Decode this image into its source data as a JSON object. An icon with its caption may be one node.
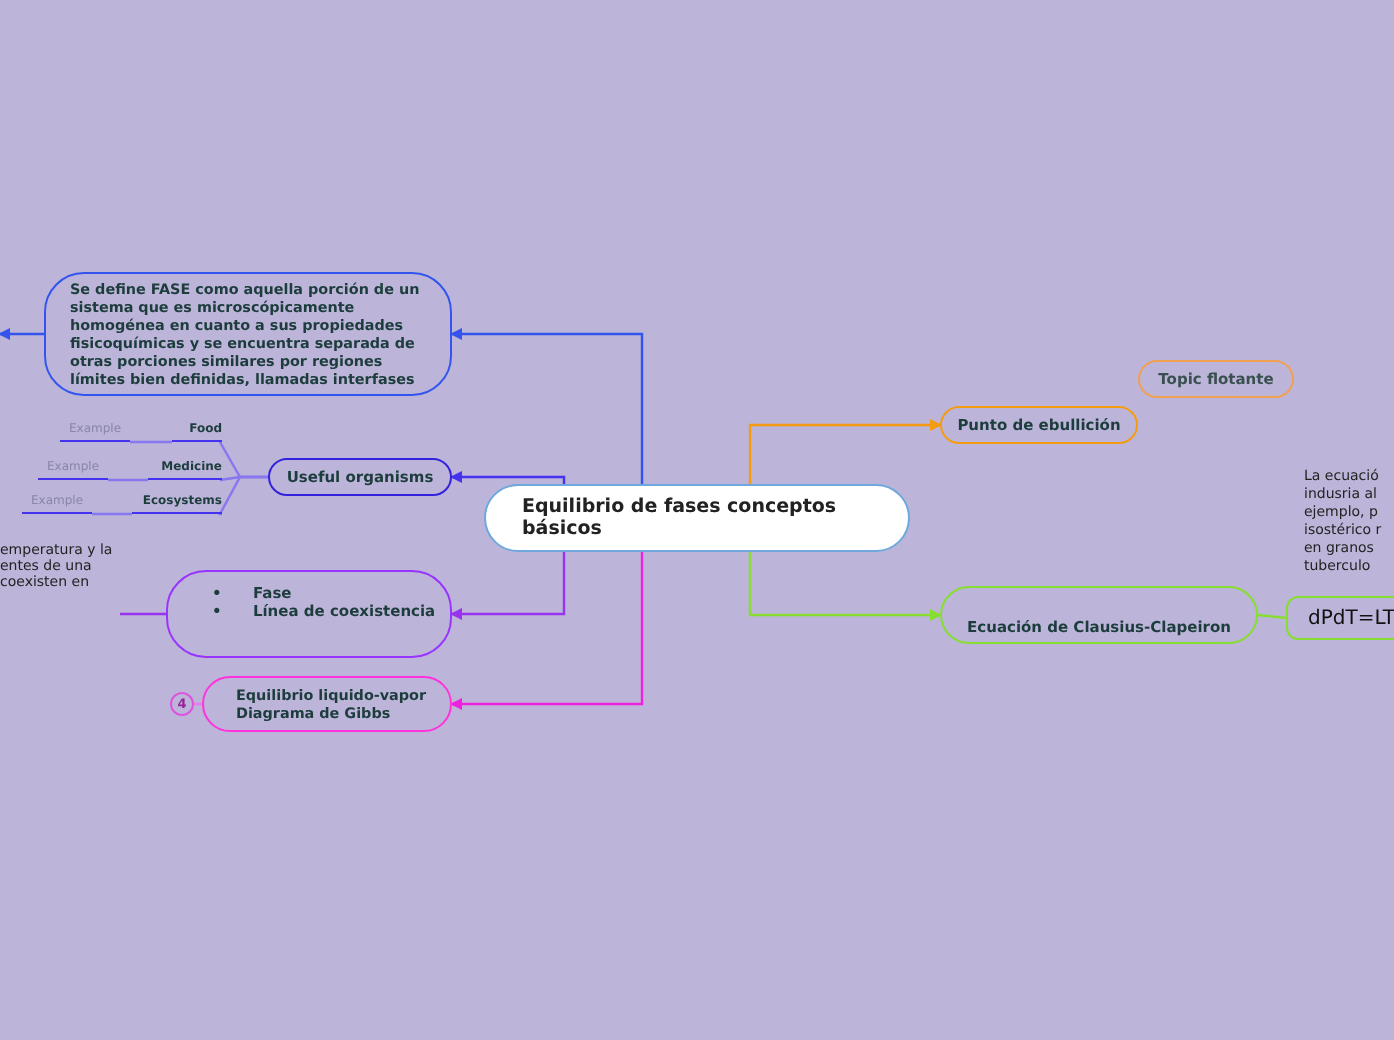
{
  "diagram": {
    "nodes": [
      {
        "text": [
          "Equilibrio de fases conceptos básicos"
        ]
      },
      {
        "text": [
          "Se define FASE como aquella porción de un sistema que es microscópicamente homogénea en cuanto a sus propiedades fisicoquímicas y se encuentra separada de otras porciones similares por regiones límites bien definidas, llamadas interfases"
        ]
      },
      {
        "text": [
          "Useful organisms"
        ]
      },
      {
        "text": [
          "Food"
        ]
      },
      {
        "text": [
          "Example"
        ]
      },
      {
        "text": [
          "Medicine"
        ]
      },
      {
        "text": [
          "Example"
        ]
      },
      {
        "text": [
          "Ecosystems"
        ]
      },
      {
        "text": [
          "Example"
        ]
      },
      {
        "text": [
          "•      Fase",
          "•      Línea de coexistencia"
        ]
      },
      {
        "text": [
          "emperatura y la entes de una coexisten en"
        ]
      },
      {
        "text": [
          "Equilibrio liquido-vapor Diagrama de Gibbs"
        ]
      },
      {
        "text": [
          "4"
        ]
      },
      {
        "text": [
          "Punto de ebullición"
        ]
      },
      {
        "text": [
          "Topic flotante"
        ]
      },
      {
        "text": [
          "Ecuación de Clausius-Clapeiron"
        ]
      },
      {
        "text": [
          "dPdT=LT"
        ]
      }
    ],
    "edges": [
      {
        "from": 0,
        "to": 1,
        "arrow": "to",
        "color": "#3355ee"
      },
      {
        "from": 0,
        "to": 2,
        "arrow": "to",
        "color": "#4433ee"
      },
      {
        "from": 0,
        "to": 9,
        "arrow": "to",
        "color": "#9933ee"
      },
      {
        "from": 0,
        "to": 11,
        "arrow": "to",
        "color": "#ee22dd"
      },
      {
        "from": 0,
        "to": 13,
        "arrow": "to",
        "color": "#f39c12"
      },
      {
        "from": 0,
        "to": 15,
        "arrow": "to",
        "color": "#88dd33"
      },
      {
        "from": 1,
        "to": null,
        "arrow": "to",
        "color": "#3355ee"
      },
      {
        "from": 2,
        "to": 3,
        "arrow": "none",
        "color": "#8877ee"
      },
      {
        "from": 2,
        "to": 5,
        "arrow": "none",
        "color": "#8877ee"
      },
      {
        "from": 2,
        "to": 7,
        "arrow": "none",
        "color": "#8877ee"
      },
      {
        "from": 3,
        "to": 4,
        "arrow": "none",
        "color": "#8877ee"
      },
      {
        "from": 5,
        "to": 6,
        "arrow": "none",
        "color": "#8877ee"
      },
      {
        "from": 7,
        "to": 8,
        "arrow": "none",
        "color": "#8877ee"
      },
      {
        "from": 9,
        "to": 10,
        "arrow": "none",
        "color": "#9933ee"
      },
      {
        "from": 11,
        "to": 12,
        "arrow": "none",
        "color": "#ee77ee"
      },
      {
        "from": 15,
        "to": 16,
        "arrow": "none",
        "color": "#88dd33"
      }
    ],
    "labels": [
      "La ecuació indusria al ejemplo, p isostérico r en granos tuberculo"
    ]
  }
}
